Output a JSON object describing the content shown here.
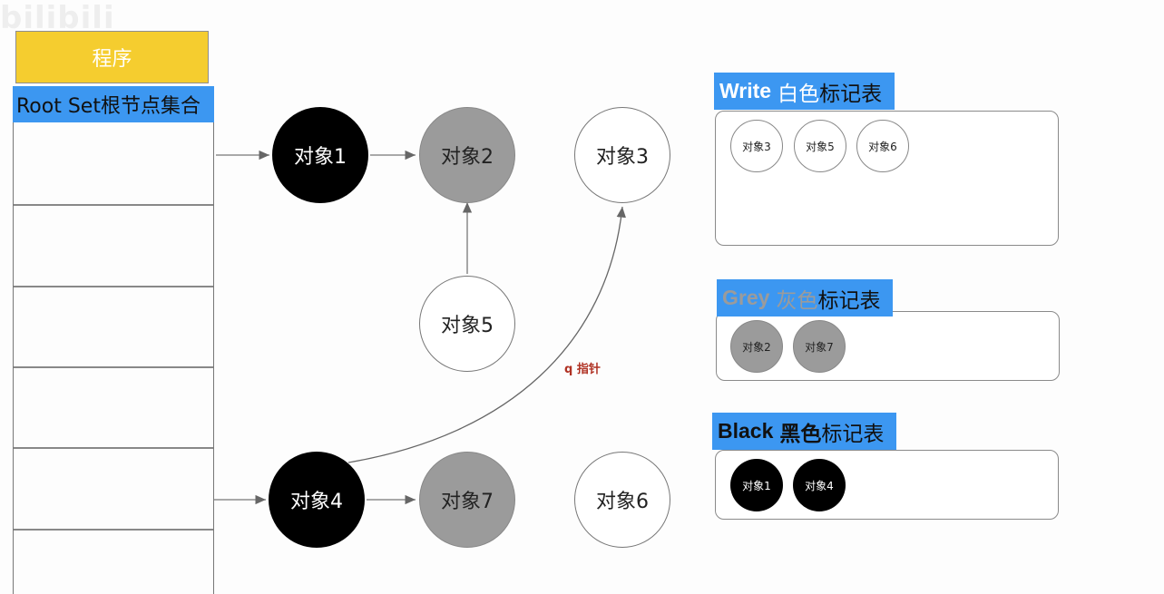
{
  "watermark": "bilibili",
  "program_label": "程序",
  "root_set": {
    "title": "Root Set根节点集合",
    "rows": 6
  },
  "nodes": [
    {
      "id": "obj1",
      "label": "对象1",
      "color": "black"
    },
    {
      "id": "obj2",
      "label": "对象2",
      "color": "grey"
    },
    {
      "id": "obj3",
      "label": "对象3",
      "color": "white"
    },
    {
      "id": "obj5",
      "label": "对象5",
      "color": "white"
    },
    {
      "id": "obj4",
      "label": "对象4",
      "color": "black"
    },
    {
      "id": "obj7",
      "label": "对象7",
      "color": "grey"
    },
    {
      "id": "obj6",
      "label": "对象6",
      "color": "white"
    }
  ],
  "edges": [
    {
      "from": "root-row-1",
      "to": "obj1"
    },
    {
      "from": "obj1",
      "to": "obj2"
    },
    {
      "from": "obj5",
      "to": "obj2"
    },
    {
      "from": "root-row-5",
      "to": "obj4"
    },
    {
      "from": "obj4",
      "to": "obj7"
    },
    {
      "from": "obj4",
      "to": "obj3",
      "label": "q 指针"
    }
  ],
  "q_pointer_label": "q 指针",
  "tables": {
    "white": {
      "title_en": "Write",
      "title_color": "白色",
      "title_suffix": "标记表",
      "items": [
        "对象3",
        "对象5",
        "对象6"
      ]
    },
    "grey": {
      "title_en": "Grey",
      "title_color": "灰色",
      "title_suffix": "标记表",
      "items": [
        "对象2",
        "对象7"
      ]
    },
    "black": {
      "title_en": "Black",
      "title_color": "黑色",
      "title_suffix": "标记表",
      "items": [
        "对象1",
        "对象4"
      ]
    }
  },
  "colors": {
    "program_yellow": "#f5cd2f",
    "header_blue": "#3c97f1",
    "grey_node": "#9b9b9b",
    "black_node": "#000000",
    "pointer_red": "#b03224"
  }
}
